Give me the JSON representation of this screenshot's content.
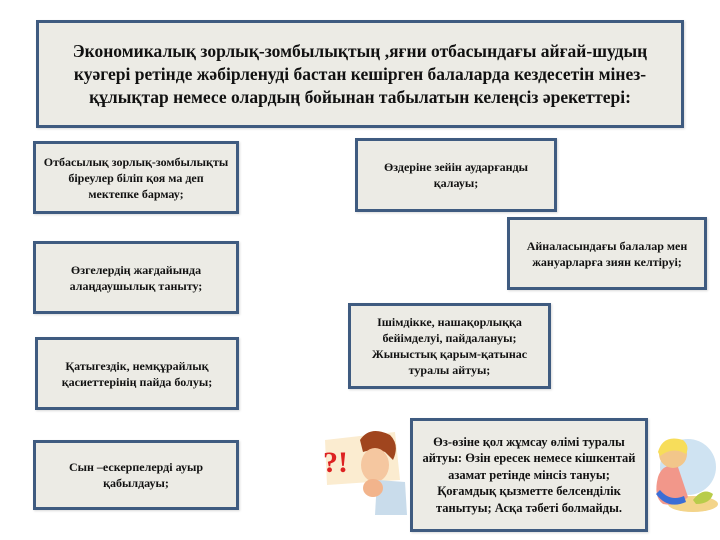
{
  "header": {
    "title": "Экономикалық зорлық-зомбылықтың ,яғни отбасындағы айғай-шудың куәгері ретінде жәбірленуді бастан кешірген балаларда кездесетін мінез-құлықтар немесе олардың бойынан табылатын келеңсіз әрекеттері:"
  },
  "boxes": [
    {
      "id": "b1",
      "text": "Отбасылық зорлық-зомбылықты біреулер біліп қоя ма деп мектепке бармау;"
    },
    {
      "id": "b2",
      "text": "Өздеріне зейін аударғанды қалауы;"
    },
    {
      "id": "b3",
      "text": "Айналасындағы балалар мен жануарларға зиян келтіруі;"
    },
    {
      "id": "b4",
      "text": "Өзгелердің жағдайында алаңдаушылық таныту;"
    },
    {
      "id": "b5",
      "text": "Ішімдікке, нашақорлыққа бейімделуі, пайдалануы; Жыныстық қарым-қатынас туралы айтуы;"
    },
    {
      "id": "b6",
      "text": "Қатыгездік, немқұрайлық қасиеттерінің пайда болуы;"
    },
    {
      "id": "b7",
      "text": "Сын –ескерпелерді ауыр қабылдауы;"
    },
    {
      "id": "b8",
      "text": "Өз-өзіне қол жұмсау өлімі туралы айтуы: Өзін ересек немесе кішкентай азамат ретінде мінсіз тануы; Қоғамдық қызметте белсенділік танытуы; Асқа тәбеті болмайды."
    }
  ],
  "images": {
    "thinking_man": "thinking-man-clipart",
    "child_beach": "child-on-beach-clipart"
  },
  "colors": {
    "box_fill": "#ecebe5",
    "box_border": "#3f5b80"
  }
}
